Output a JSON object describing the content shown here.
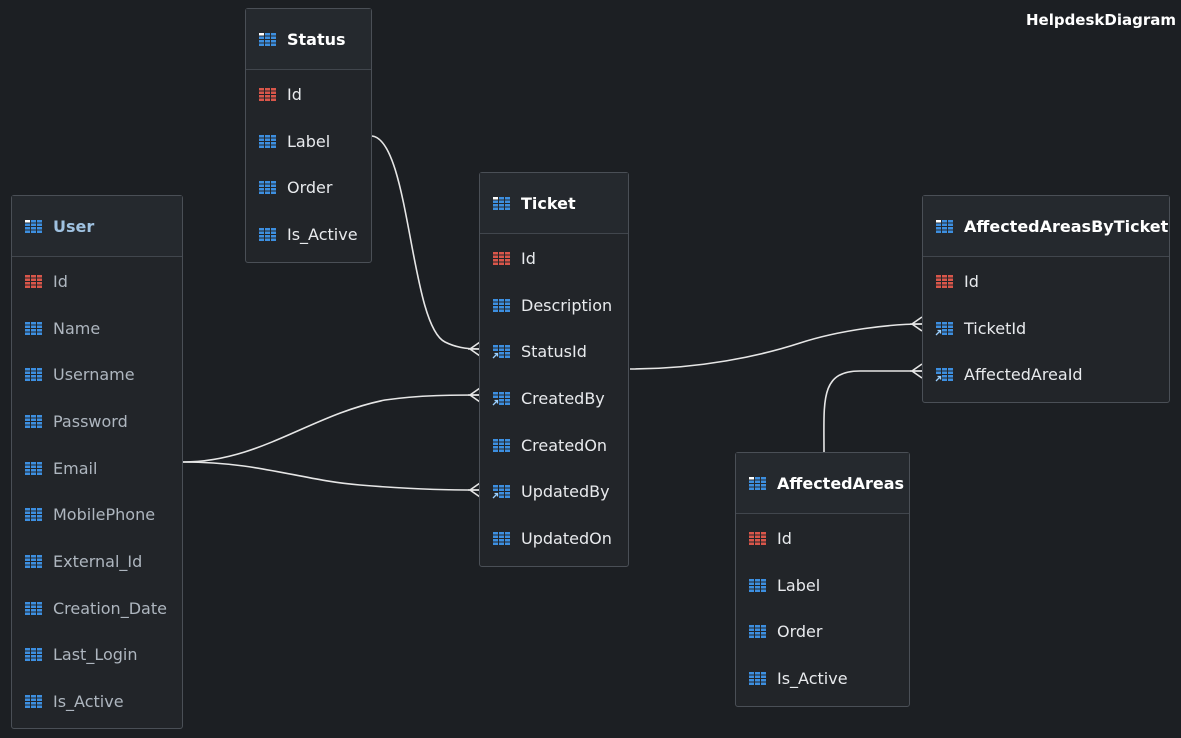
{
  "diagram": {
    "title": "HelpdeskDiagram"
  },
  "colors": {
    "background": "#1c1f23",
    "table_bg": "#222529",
    "border": "#4a4f56",
    "pk_icon": "#d9564a",
    "col_icon": "#3d8fe0",
    "fk_arrow": "#9ad0ff",
    "connector": "#e6e6e6"
  },
  "tables": {
    "status": {
      "name": "Status",
      "columns": [
        {
          "name": "Id",
          "icon": "primary-key-icon"
        },
        {
          "name": "Label",
          "icon": "column-icon"
        },
        {
          "name": "Order",
          "icon": "column-icon"
        },
        {
          "name": "Is_Active",
          "icon": "column-icon"
        }
      ]
    },
    "user": {
      "name": "User",
      "columns": [
        {
          "name": "Id",
          "icon": "primary-key-icon"
        },
        {
          "name": "Name",
          "icon": "column-icon"
        },
        {
          "name": "Username",
          "icon": "column-icon"
        },
        {
          "name": "Password",
          "icon": "column-icon"
        },
        {
          "name": "Email",
          "icon": "column-icon"
        },
        {
          "name": "MobilePhone",
          "icon": "column-icon"
        },
        {
          "name": "External_Id",
          "icon": "column-icon"
        },
        {
          "name": "Creation_Date",
          "icon": "column-icon"
        },
        {
          "name": "Last_Login",
          "icon": "column-icon"
        },
        {
          "name": "Is_Active",
          "icon": "column-icon"
        }
      ]
    },
    "ticket": {
      "name": "Ticket",
      "columns": [
        {
          "name": "Id",
          "icon": "primary-key-icon"
        },
        {
          "name": "Description",
          "icon": "column-icon"
        },
        {
          "name": "StatusId",
          "icon": "foreign-key-icon"
        },
        {
          "name": "CreatedBy",
          "icon": "foreign-key-icon"
        },
        {
          "name": "CreatedOn",
          "icon": "column-icon"
        },
        {
          "name": "UpdatedBy",
          "icon": "foreign-key-icon"
        },
        {
          "name": "UpdatedOn",
          "icon": "column-icon"
        }
      ]
    },
    "affected_areas_by_ticket": {
      "name": "AffectedAreasByTicket",
      "columns": [
        {
          "name": "Id",
          "icon": "primary-key-icon"
        },
        {
          "name": "TicketId",
          "icon": "foreign-key-icon"
        },
        {
          "name": "AffectedAreaId",
          "icon": "foreign-key-icon"
        }
      ]
    },
    "affected_areas": {
      "name": "AffectedAreas",
      "columns": [
        {
          "name": "Id",
          "icon": "primary-key-icon"
        },
        {
          "name": "Label",
          "icon": "column-icon"
        },
        {
          "name": "Order",
          "icon": "column-icon"
        },
        {
          "name": "Is_Active",
          "icon": "column-icon"
        }
      ]
    }
  }
}
